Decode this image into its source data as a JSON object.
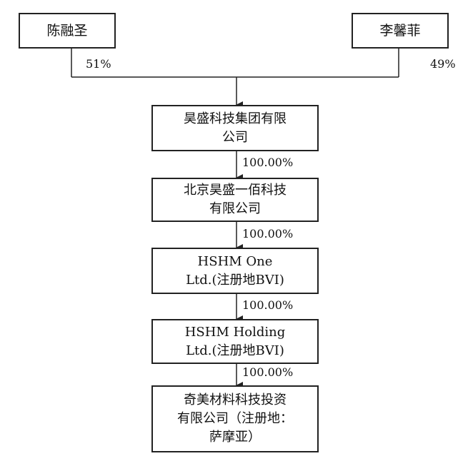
{
  "owners": {
    "left": {
      "name": "陈融圣",
      "share": "51%"
    },
    "right": {
      "name": "李馨菲",
      "share": "49%"
    }
  },
  "entities": [
    {
      "lines": [
        "昊盛科技集团有限",
        "公司"
      ]
    },
    {
      "lines": [
        "北京昊盛一佰科技",
        "有限公司"
      ]
    },
    {
      "lines": [
        "HSHM One",
        "Ltd.(注册地BVI)"
      ]
    },
    {
      "lines": [
        "HSHM Holding",
        "Ltd.(注册地BVI)"
      ]
    },
    {
      "lines": [
        "奇美材料科技投资",
        "有限公司（注册地：",
        "萨摩亚）"
      ]
    }
  ],
  "links": [
    {
      "share": "100.00%"
    },
    {
      "share": "100.00%"
    },
    {
      "share": "100.00%"
    },
    {
      "share": "100.00%"
    }
  ],
  "colors": {
    "line": "#222222",
    "text": "#111111",
    "background": "#ffffff"
  }
}
